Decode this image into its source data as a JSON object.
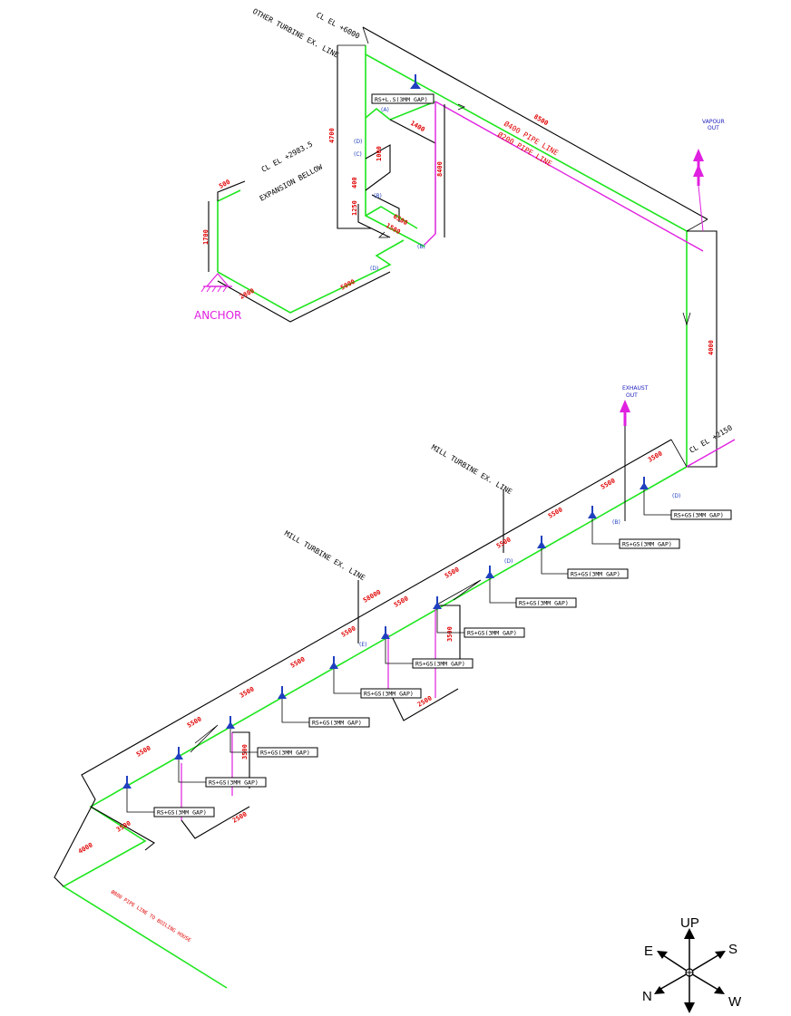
{
  "labels": {
    "other_turbine": "OTHER TURBINE EX. LINE",
    "cl_el_top": "CL EL +6000",
    "cl_el_left": "CL EL +2983.5",
    "expansion_bellow": "EXPANSION BELLOW",
    "pipe_400": "Ø400 PIPE LINE",
    "pipe_200": "Ø200 PIPE LINE",
    "vapour_out": [
      "VAPOUR",
      "OUT"
    ],
    "exhaust_out": [
      "EXHAUST",
      "OUT"
    ],
    "anchor": "ANCHOR",
    "mill_turbine_1": "MILL TURBINE EX. LINE",
    "mill_turbine_2": "MILL TURBINE EX. LINE",
    "cl_el_right": "CL EL +2150",
    "boiling_house": "Ø800 PIPE LINE TO BOILING HOUSE",
    "rs_top": "RS+L.S(3MM GAP)",
    "rsgs": "RS+GS(3MM GAP)"
  },
  "dims": {
    "d8500": "8500",
    "d4700": "4700",
    "d1400": "1400",
    "d1000": "1000",
    "d8400": "8400",
    "d400": "400",
    "d1250": "1250",
    "d6500": "6500",
    "d1500": "1500",
    "d500": "500",
    "d1700": "1700",
    "d2800": "2800",
    "d5000": "5000",
    "d4000": "4000",
    "d3500": "3500",
    "d5500": "5500",
    "d3000": "3000",
    "d58000": "58000",
    "d2500": "2500"
  },
  "markers": {
    "a": "(A)",
    "b": "(B)",
    "c": "(C)",
    "d": "(D)",
    "e": "(E)"
  },
  "compass": {
    "up": "UP",
    "e": "E",
    "s": "S",
    "n": "N",
    "w": "W"
  },
  "colors": {
    "pipe": "#1ee61e",
    "pipe_secondary": "#e020e0",
    "dimension": "#e00000",
    "support": "#2040c0"
  }
}
